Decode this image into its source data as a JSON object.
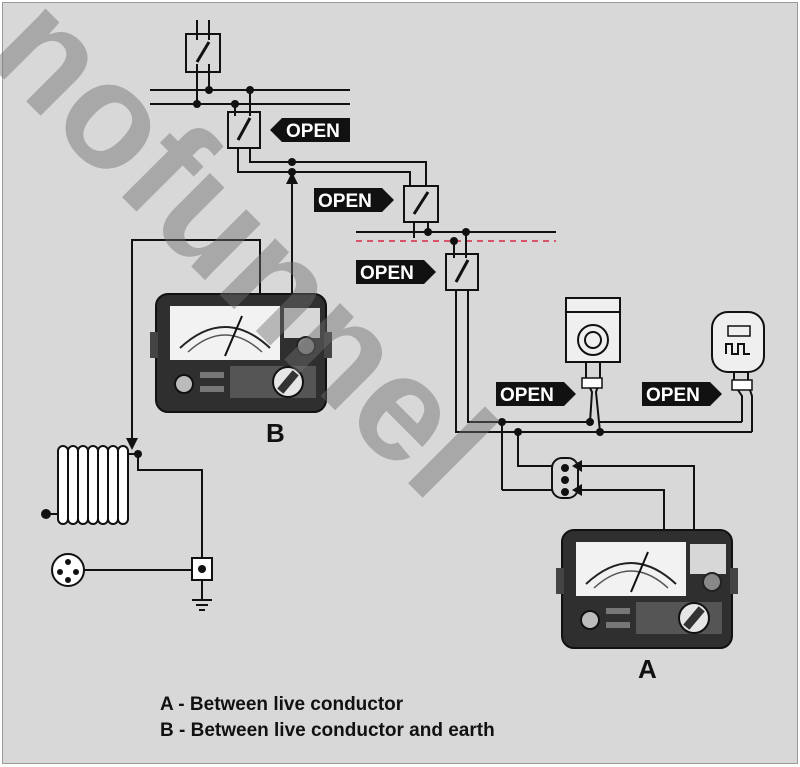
{
  "open_labels": [
    "OPEN",
    "OPEN",
    "OPEN",
    "OPEN",
    "OPEN"
  ],
  "meters": {
    "a_label": "A",
    "b_label": "B"
  },
  "legend": [
    "A - Between live conductor",
    "B - Between live conductor and earth"
  ],
  "watermark": "nofunnel",
  "colors": {
    "background": "#d8d8d8",
    "line": "#111111",
    "dashed_phase": "#d9536a"
  }
}
